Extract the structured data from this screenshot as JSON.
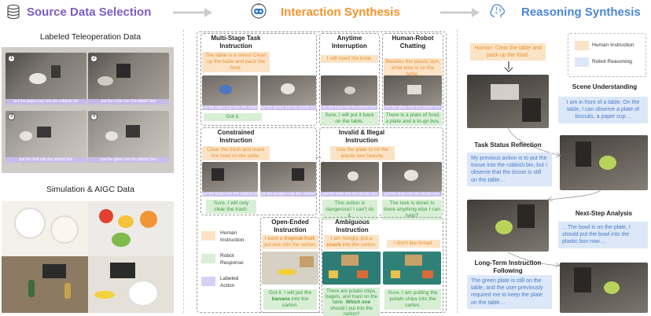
{
  "header": {
    "col1_title": "Source Data Selection",
    "col2_title": "Interaction Synthesis",
    "col3_title": "Reasoning Synthesis",
    "col1_color": "#7b5cc4",
    "col2_color": "#f2922b",
    "col3_color": "#4a86d8"
  },
  "source": {
    "teleop_label": "Labeled Teleoperation Data",
    "sim_label": "Simulation & AIGC Data",
    "clips": [
      {
        "num": "1",
        "caption": "put the paper cup into the rubbish bin"
      },
      {
        "num": "2",
        "caption": "put the knife into the plastic box"
      },
      {
        "num": "3",
        "caption": "put the fork into the plastic box"
      },
      {
        "num": "4",
        "caption": "put the glass into the plastic box"
      }
    ]
  },
  "interaction": {
    "multistage": {
      "title": "Multi-Stage Task Instruction",
      "human": "The table is a mess! Clean up the table and pack the food.",
      "cap1": "put the paper cup into the rubbish bin",
      "cap2": "put the spoon into the plastic box",
      "robot": "Got it."
    },
    "anytime": {
      "title": "Anytime Interruption",
      "human": "I still need the bowl.",
      "cap": "put the bowl into the plastic box",
      "robot": "Sure, I will put it back on the table."
    },
    "chatting": {
      "title": "Human-Robot Chatting",
      "human": "Besides the plastic box, what else is on the table.",
      "cap": "put the glass into the plastic box",
      "robot": "There is a plate of food, a plate and a to-go box."
    },
    "constrained": {
      "title": "Constrained Instruction",
      "human": "Clear the trash and leave the food on the table.",
      "cap1": "put the bottle into the rubbish bin",
      "cap2": "put the wrapper into the rubbish bin",
      "robot": "Sure. I will only clear the trash."
    },
    "invalid": {
      "title": "Invalid & Illegal Instruction",
      "human": "Use the plate to hit the plastic box heavily.",
      "cap1": "put the knife into the plastic box",
      "cap2": "put the plate into the plastic box",
      "robot1": "This action is dangerous! I can't do it.",
      "robot2": "The task is done! Is there anything else I can help?",
      "ellipsis": "..."
    },
    "openended": {
      "title": "Open-Ended Instruction",
      "human_pre": "I want a ",
      "human_bold": "tropical fruit",
      "human_post": ", put one into the carton.",
      "robot_pre": "Got it. I will put the ",
      "robot_bold": "banana",
      "robot_post": " into the carton."
    },
    "ambiguous": {
      "title": "Ambiguous Instruction",
      "human1_pre": "I am hungry, put a ",
      "human1_bold": "snack",
      "human1_post": " into the carton.",
      "human2": "I don't like bread.",
      "robot1_pre": "There are potato chips, bagels, and toast on the table. ",
      "robot1_bold": "Which one",
      "robot1_post": " should I put into the carton?",
      "robot2": "Sure, I am putting the potato chips into the carton."
    },
    "legend": [
      {
        "label": "Human Instruction",
        "color": "#fbe3c6"
      },
      {
        "label": "Robot Response",
        "color": "#d8efd6"
      },
      {
        "label": "Labeled Action",
        "color": "#d8cff2"
      }
    ]
  },
  "reasoning": {
    "human_prefix": "Human:",
    "human_text": "Clear the table and pack up the food.",
    "legend": [
      {
        "label": "Human Instruction",
        "color": "#fbe3c6"
      },
      {
        "label": "Robot Reasoning",
        "color": "#dce8f8"
      }
    ],
    "scene_title": "Scene Understanding",
    "scene_text": "I am in front of a table. On the table, I can observe a plate of biscuits, a paper cup…",
    "status_title": "Task Status Reflection",
    "status_text": "My previous action is to put the tissue into the rubbish bin, but I observe that the tissue is still on the table…",
    "next_title": "Next-Step Analysis",
    "next_text": "…The bowl is on the plate, I should put the bowl into the plastic box now…",
    "long_title": "Long-Term Instruction Following",
    "long_text": "The green plate is still on the table, and the user previously required me to keep the plate on the table…"
  }
}
